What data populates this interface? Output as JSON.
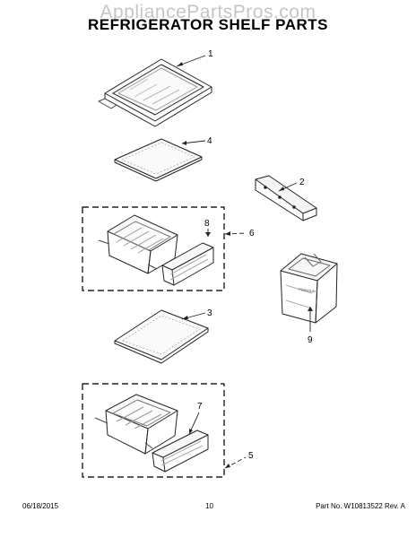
{
  "watermark": "AppliancePartsPros.com",
  "title": "REFRIGERATOR SHELF PARTS",
  "callouts": {
    "c1": "1",
    "c2": "2",
    "c3": "3",
    "c4": "4",
    "c5": "5",
    "c6": "6",
    "c7": "7",
    "c8": "8",
    "c9": "9"
  },
  "footer": {
    "date": "06/18/2015",
    "page": "10",
    "part_no": "Part No. W10813522  Rev. A"
  }
}
